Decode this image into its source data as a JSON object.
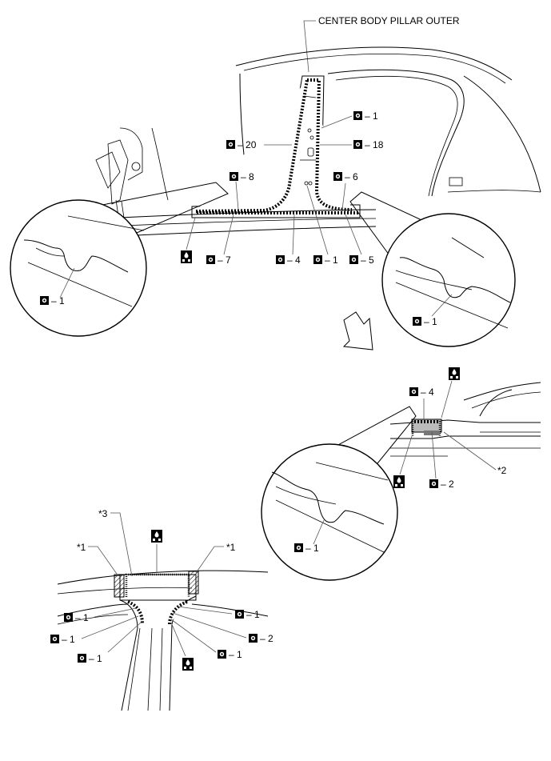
{
  "title": "CENTER BODY PILLAR OUTER",
  "callouts": {
    "top_1": "1",
    "pillar_20": "20",
    "pillar_18": "18",
    "rocker_8": "8",
    "rocker_6": "6",
    "rocker_7": "7",
    "rocker_4": "4",
    "rocker_1": "1",
    "rocker_5": "5",
    "zoom_left_1": "1",
    "zoom_right_1": "1",
    "mid_4": "4",
    "mid_2": "2",
    "mid_note_2": "*2",
    "zoom_mid_1": "1",
    "bot_note_3": "*3",
    "bot_note_1_left": "*1",
    "bot_note_1_right": "*1",
    "bot_l1a": "1",
    "bot_l1b": "1",
    "bot_l1c": "1",
    "bot_r1a": "1",
    "bot_r2": "2",
    "bot_r1b": "1"
  },
  "icons": {
    "weld_point": "spot-weld-icon",
    "sealer": "sealer-icon",
    "direction": "arrow-down-right-icon"
  }
}
